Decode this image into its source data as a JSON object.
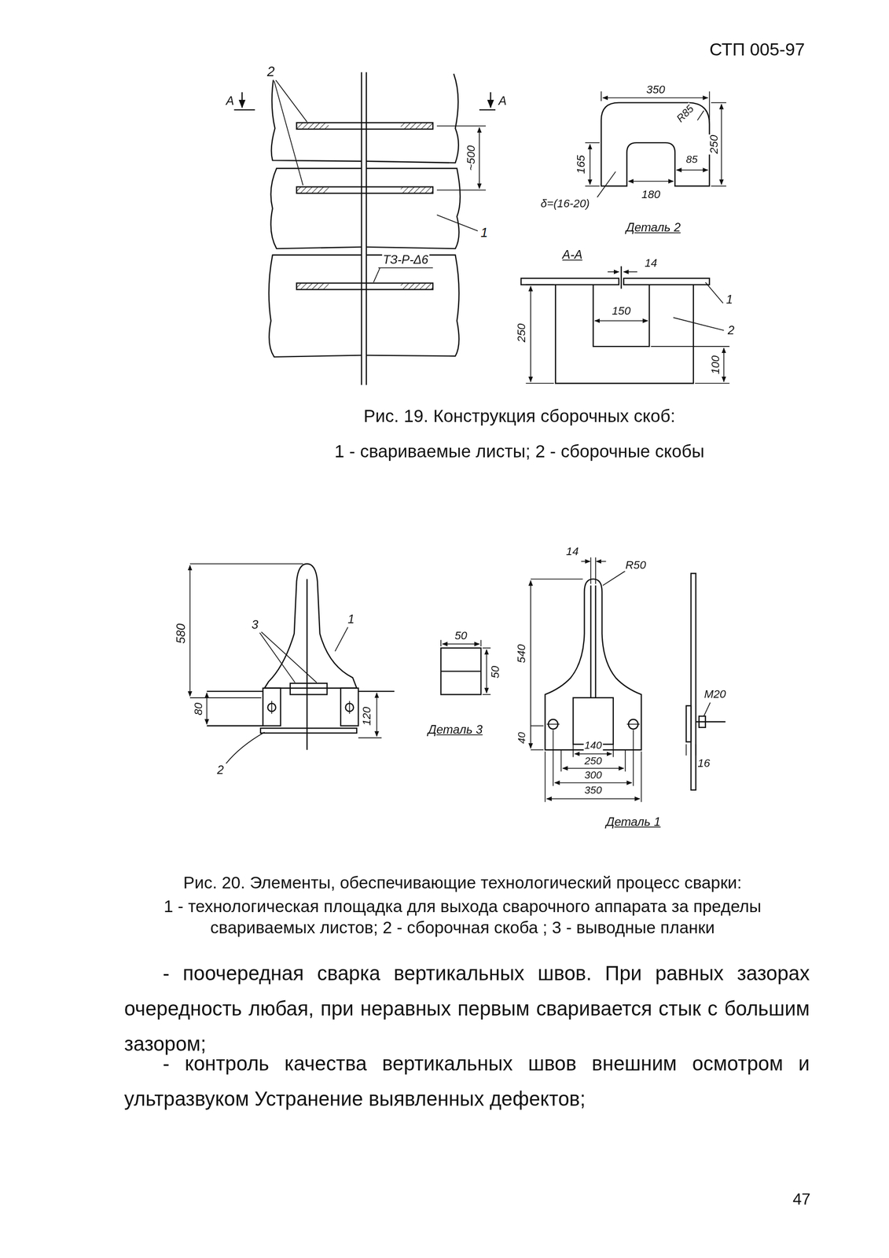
{
  "diagram": {
    "labels": [
      "СТП 005-97",
      "2",
      "А",
      "А",
      "~500",
      "1",
      "ТЗ-Р-Δ6",
      "350",
      "R85",
      "165",
      "250",
      "85",
      "180",
      "δ=(16-20)",
      "Деталь 2",
      "А-А",
      "14",
      "150",
      "1",
      "2",
      "250",
      "100",
      "Рис. 19. Конструкция сборочных скоб:",
      "1 - свариваемые листы; 2 - сборочные скобы",
      "580",
      "3",
      "1",
      "80",
      "120",
      "2",
      "50",
      "50",
      "Деталь 3",
      "14",
      "R50",
      "540",
      "40",
      "140",
      "250",
      "300",
      "350",
      "Деталь 1",
      "М20",
      "16",
      "Рис. 20. Элементы, обеспечивающие технологический процесс сварки:",
      "1 - технологическая площадка для выхода сварочного аппарата за пределы свариваемых листов; 2 - сборочная скоба ; 3 - выводные планки",
      "- поочередная сварка вертикальных швов. При равных зазорах очередность любая, при неравных первым сваривается стык с большим зазором;",
      "- контроль качества вертикальных швов внешним осмотром и ультразвуком Устранение выявленных дефектов;",
      "47"
    ]
  }
}
